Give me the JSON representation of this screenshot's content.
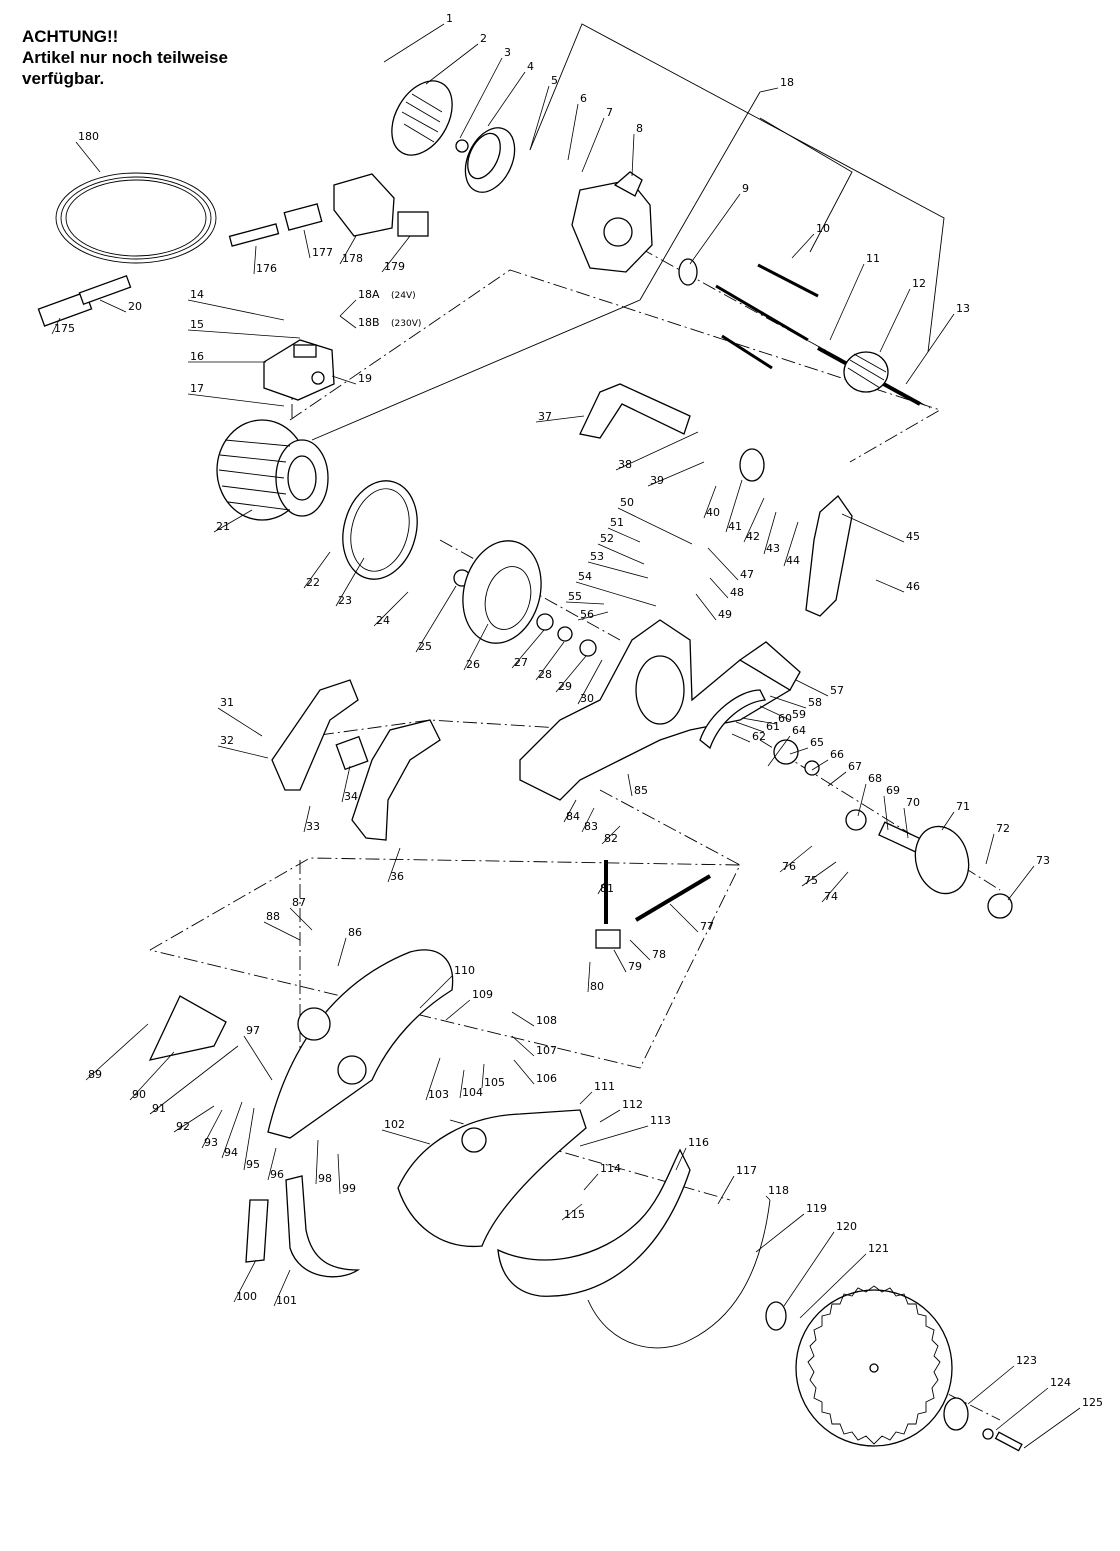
{
  "notice": {
    "line1": "ACHTUNG!!",
    "line2": "Artikel nur noch teilweise",
    "line3": "verfügbar."
  },
  "callouts": [
    "1",
    "2",
    "3",
    "4",
    "5",
    "6",
    "7",
    "8",
    "9",
    "10",
    "11",
    "12",
    "13",
    "14",
    "15",
    "16",
    "17",
    "18",
    "18A",
    "(24V)",
    "18B",
    "(230V)",
    "19",
    "20",
    "21",
    "22",
    "23",
    "24",
    "25",
    "26",
    "27",
    "28",
    "29",
    "30",
    "31",
    "32",
    "33",
    "34",
    "36",
    "37",
    "38",
    "39",
    "40",
    "41",
    "42",
    "43",
    "44",
    "45",
    "46",
    "47",
    "48",
    "49",
    "50",
    "51",
    "52",
    "53",
    "54",
    "55",
    "56",
    "57",
    "58",
    "59",
    "60",
    "61",
    "62",
    "64",
    "65",
    "66",
    "67",
    "68",
    "69",
    "70",
    "71",
    "72",
    "73",
    "74",
    "75",
    "76",
    "77",
    "78",
    "79",
    "80",
    "81",
    "82",
    "83",
    "84",
    "85",
    "86",
    "87",
    "88",
    "89",
    "90",
    "91",
    "92",
    "93",
    "94",
    "95",
    "96",
    "97",
    "98",
    "99",
    "100",
    "101",
    "102",
    "103",
    "104",
    "105",
    "106",
    "107",
    "108",
    "109",
    "110",
    "111",
    "112",
    "113",
    "114",
    "115",
    "116",
    "117",
    "118",
    "119",
    "120",
    "121",
    "123",
    "124",
    "125",
    "175",
    "176",
    "177",
    "178",
    "179",
    "180"
  ]
}
